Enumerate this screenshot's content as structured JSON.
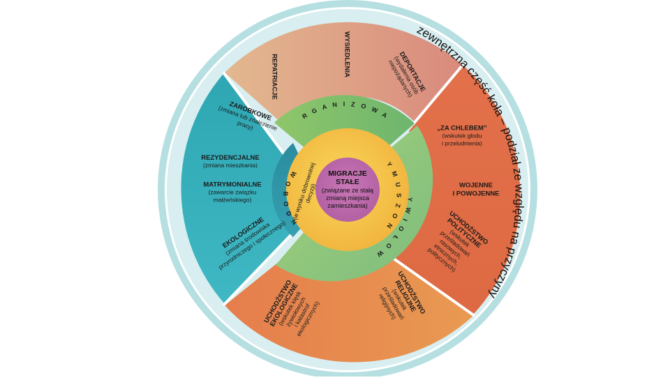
{
  "outer_caption": "zewnętrzna część koła – podział ze względu na przyczyny",
  "center": {
    "title_1": "MIGRACJE",
    "title_2": "STAŁE",
    "sub_1": "(związane ze stałą",
    "sub_2": "zmianą miejsca",
    "sub_3": "zamieszkania)"
  },
  "ring_labels": {
    "zorganizowane": "Z O R G A N I Z O W A N E",
    "wymuszone": "W Y M U S Z O N E",
    "zywiolowe": "Ż Y W I O Ł O W E",
    "swobodne": "S W O B O D N E",
    "swobodne_sub_1": "(w wyniku dobrowolnej",
    "swobodne_sub_2": "decyzji)"
  },
  "outer_sectors": {
    "top": [
      {
        "lines": [
          "REPATRIACJE"
        ]
      },
      {
        "lines": [
          "WYSIEDLENIA"
        ]
      },
      {
        "lines": [
          "DEPORTACJE",
          "(wydalenia osób",
          "niepożądanych)"
        ]
      }
    ],
    "left": [
      {
        "lines": [
          "ZAROBKOWE",
          "(zmiana lub znalezienie",
          "pracy)"
        ]
      },
      {
        "lines": [
          "REZYDENCJALNE",
          "(zmiana mieszkania)"
        ]
      },
      {
        "lines": [
          "MATRYMONIALNE",
          "(zawarcie związku",
          "małżeńskiego)"
        ]
      },
      {
        "lines": [
          "EKOLOGICZNE",
          "(zmiana środowiska",
          "przyrodniczego i społecznego)"
        ]
      }
    ],
    "right": [
      {
        "lines": [
          "„ZA CHLEBEM”",
          "(wskutek głodu",
          "i przeludnienia)"
        ]
      },
      {
        "lines": [
          "WOJENNE",
          "I POWOJENNE"
        ]
      },
      {
        "lines": [
          "UCHODŹSTWO",
          "POLITYCZNE",
          "(wskutek",
          "prześladowań",
          "rasowych,",
          "etnicznych,",
          "politycznych)"
        ]
      }
    ],
    "bottom": [
      {
        "lines": [
          "UCHODŹSTWO",
          "EKOLOGICZNE",
          "(wskutek klęsk",
          "żywiołowych",
          "i katastrof",
          "ekologicznych)"
        ]
      },
      {
        "lines": [
          "UCHODŹSTWO",
          "RELIGIJNE",
          "(wskutek",
          "prześladowań",
          "religijnych)"
        ]
      }
    ]
  },
  "colors": {
    "outer_ring": "#b6dfe2",
    "top_sector": "#e2ac8a",
    "left_sector": "#36aebb",
    "right_sector": "#e06c44",
    "bottom_sector": "#e5874c",
    "zorganizowane_ring": "#86c06c",
    "wymuszone_ring": "#f3ba3c",
    "zywiolowe_ring": "#8dc47a",
    "swobodne_ring": "#2f96a8",
    "center": "#b763a6"
  }
}
